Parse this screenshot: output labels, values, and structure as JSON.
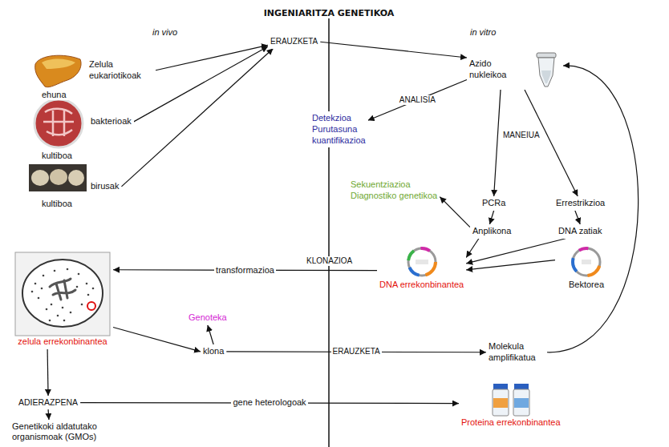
{
  "diagram": {
    "title": "INGENIARITZA GENETIKOA",
    "nodes": [
      {
        "text": [
          "Zelula eukariotikoak"
        ]
      },
      {
        "text": [
          "bakterioak"
        ]
      },
      {
        "text": [
          "birusak"
        ]
      },
      {
        "text": [
          "ERAUZKETA"
        ]
      },
      {
        "text": [
          "Azido nukleikoa"
        ]
      },
      {
        "text": [
          "Detekzioa",
          "Purutasuna",
          "kuantifikazioa"
        ]
      },
      {
        "text": [
          "Sekuentziazioa",
          "Diagnostiko genetikoa"
        ]
      },
      {
        "text": [
          "PCRa"
        ]
      },
      {
        "text": [
          "Errestrikzioa"
        ]
      },
      {
        "text": [
          "Anplikona"
        ]
      },
      {
        "text": [
          "DNA zatiak"
        ]
      },
      {
        "text": [
          "DNA errekonbinantea"
        ]
      },
      {
        "text": [
          "Bektorea"
        ]
      },
      {
        "text": [
          "zelula errekonbinantea"
        ]
      },
      {
        "text": [
          "Genoteka"
        ]
      },
      {
        "text": [
          "klona"
        ]
      },
      {
        "text": [
          "Molekula amplifikatua"
        ]
      },
      {
        "text": [
          "ADIERAZPENA"
        ]
      },
      {
        "text": [
          "Genetikoki aldatutako organismoak (GMOs)"
        ]
      },
      {
        "text": [
          "Proteina errekonbinantea"
        ]
      }
    ],
    "edges": [
      {
        "from": 0,
        "to": 3,
        "arrow": "to"
      },
      {
        "from": 1,
        "to": 3,
        "arrow": "to"
      },
      {
        "from": 2,
        "to": 3,
        "arrow": "to"
      },
      {
        "from": 3,
        "to": 4,
        "arrow": "to"
      },
      {
        "from": 4,
        "to": 5,
        "label": "ANALISIA",
        "arrow": "to"
      },
      {
        "from": 4,
        "to": 7,
        "arrow": "to"
      },
      {
        "from": 4,
        "to": 8,
        "arrow": "to"
      },
      {
        "from": 7,
        "to": 9,
        "arrow": "to"
      },
      {
        "from": 8,
        "to": 10,
        "arrow": "to"
      },
      {
        "from": 9,
        "to": 6,
        "arrow": "to"
      },
      {
        "from": 9,
        "to": 11,
        "arrow": "to"
      },
      {
        "from": 10,
        "to": 11,
        "arrow": "to"
      },
      {
        "from": 12,
        "to": 11,
        "arrow": "to"
      },
      {
        "from": 11,
        "to": 13,
        "label": "transformazioa",
        "arrow": "to"
      },
      {
        "from": 13,
        "to": 15,
        "arrow": "to"
      },
      {
        "from": 15,
        "to": 14,
        "arrow": "to"
      },
      {
        "from": 15,
        "to": 16,
        "label": "ERAUZKETA",
        "arrow": "to"
      },
      {
        "from": 16,
        "to": 4,
        "arrow": "to"
      },
      {
        "from": 13,
        "to": 17,
        "arrow": "to"
      },
      {
        "from": 17,
        "to": 18,
        "arrow": "to"
      },
      {
        "from": 17,
        "to": 19,
        "label": "gene heterologoak",
        "arrow": "to"
      }
    ],
    "labels": [
      "in vivo",
      "in vitro",
      "ehuna",
      "kultiboa",
      "kultiboa",
      "MANEIUA",
      "KLONAZIOA"
    ]
  }
}
